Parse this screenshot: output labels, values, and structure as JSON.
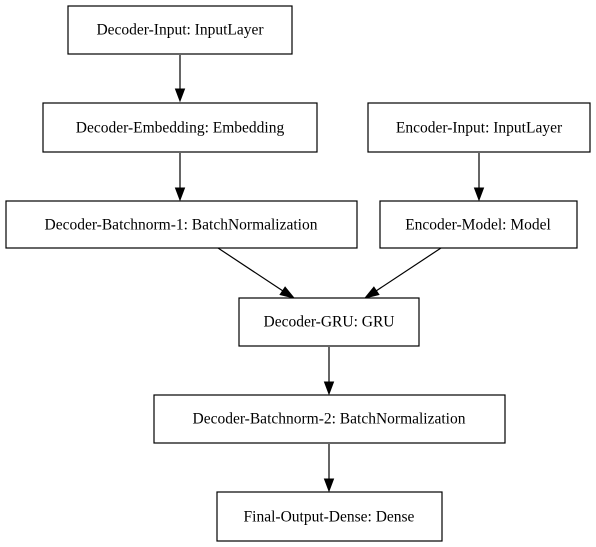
{
  "nodes": {
    "decoder_input": "Decoder-Input: InputLayer",
    "decoder_embedding": "Decoder-Embedding: Embedding",
    "encoder_input": "Encoder-Input: InputLayer",
    "decoder_batchnorm_1": "Decoder-Batchnorm-1: BatchNormalization",
    "encoder_model": "Encoder-Model: Model",
    "decoder_gru": "Decoder-GRU: GRU",
    "decoder_batchnorm_2": "Decoder-Batchnorm-2: BatchNormalization",
    "final_output_dense": "Final-Output-Dense: Dense"
  },
  "edges": [
    {
      "from": "decoder_input",
      "to": "decoder_embedding"
    },
    {
      "from": "decoder_embedding",
      "to": "decoder_batchnorm_1"
    },
    {
      "from": "encoder_input",
      "to": "encoder_model"
    },
    {
      "from": "decoder_batchnorm_1",
      "to": "decoder_gru"
    },
    {
      "from": "encoder_model",
      "to": "decoder_gru"
    },
    {
      "from": "decoder_gru",
      "to": "decoder_batchnorm_2"
    },
    {
      "from": "decoder_batchnorm_2",
      "to": "final_output_dense"
    }
  ]
}
